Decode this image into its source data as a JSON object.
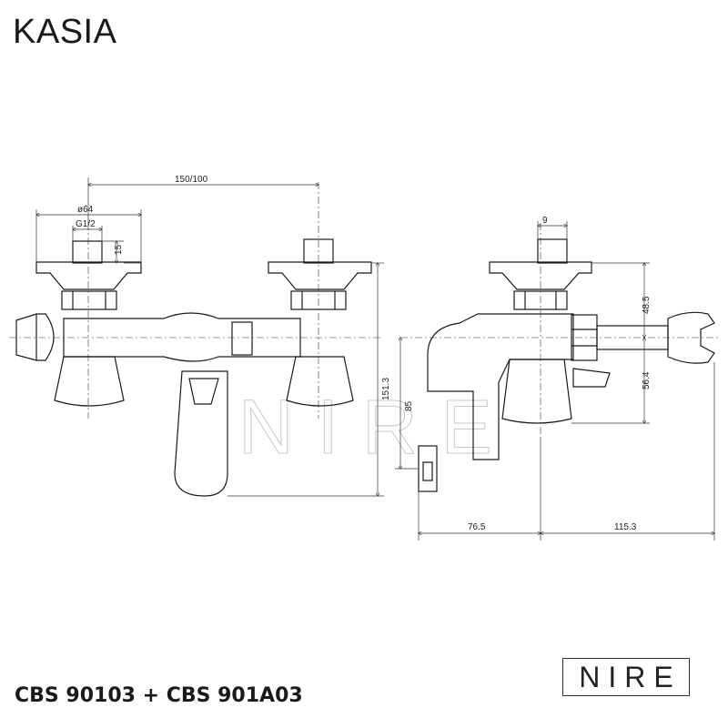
{
  "header": {
    "title": "KASIA"
  },
  "footer": {
    "model_codes": "CBS 90103 + CBS 901A03"
  },
  "brand": {
    "logo_text": "NIRE",
    "watermark_text": "NIRE"
  },
  "dimensions": {
    "spacing": "150/100",
    "flange_diameter": "ø64",
    "thread": "G1/2",
    "inlet_height": "15",
    "total_height": "151.3",
    "spout_height": "85",
    "top_offset": "48.5",
    "lower_offset": "56.4",
    "inlet_width": "9",
    "spout_projection": "76.5",
    "holder_projection": "115.3"
  },
  "colors": {
    "line": "#1a1a1a",
    "dim_line": "#333333",
    "watermark": "#c8c8c8"
  }
}
